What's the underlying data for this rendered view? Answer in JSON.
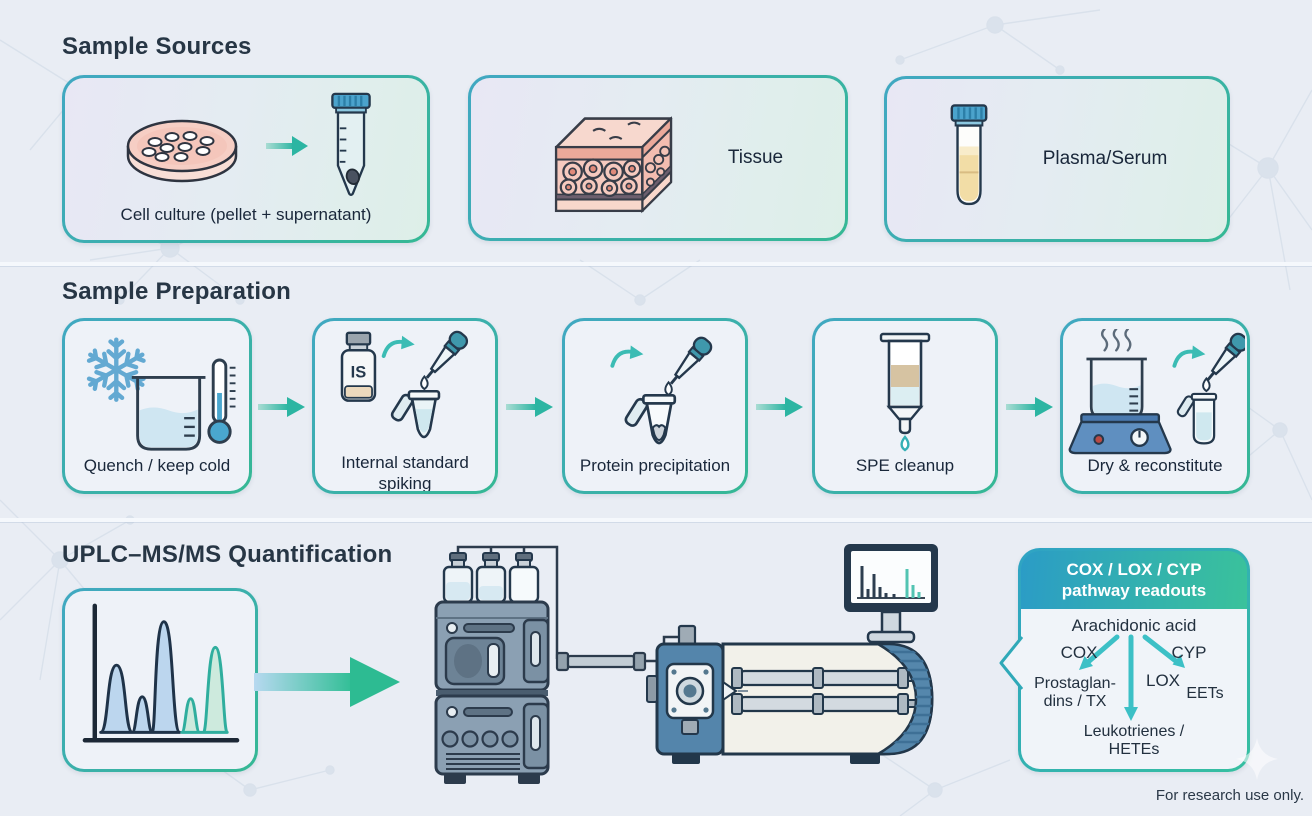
{
  "page": {
    "footer": "For research use only.",
    "background": "#e9edf4",
    "accent_teal": "#2cb5a2",
    "accent_blue": "#2f9ec0"
  },
  "sources": {
    "title": "Sample Sources",
    "cards": [
      {
        "label": "Cell culture (pellet + supernatant)"
      },
      {
        "label": "Tissue"
      },
      {
        "label": "Plasma/Serum"
      }
    ]
  },
  "prep": {
    "title": "Sample Preparation",
    "is_vial_text": "IS",
    "steps": [
      {
        "label": "Quench / keep cold"
      },
      {
        "label_line1": "Internal standard",
        "label_line2": "spiking"
      },
      {
        "label": "Protein precipitation"
      },
      {
        "label": "SPE cleanup"
      },
      {
        "label": "Dry & reconstitute"
      }
    ]
  },
  "quant": {
    "title": "UPLC–MS/MS Quantification",
    "pathway": {
      "header_line1": "COX / LOX / CYP",
      "header_line2": "pathway readouts",
      "root": "Arachidonic acid",
      "cox": "COX",
      "lox": "LOX",
      "cyp": "CYP",
      "cox_product_line1": "Prostaglan-",
      "cox_product_line2": "dins / TX",
      "lox_product_line1": "Leukotrienes /",
      "lox_product_line2": "HETEs",
      "cyp_product": "EETs"
    }
  }
}
